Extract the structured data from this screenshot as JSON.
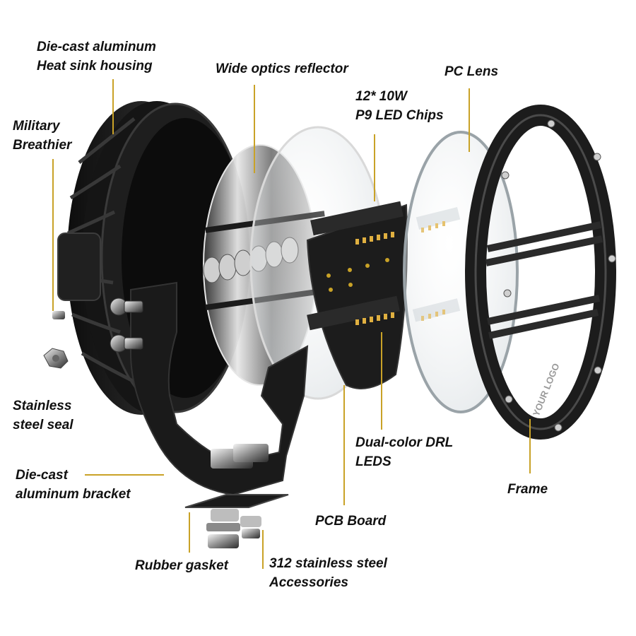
{
  "labels": {
    "heat_sink": {
      "line1": "Die-cast aluminum",
      "line2": "Heat sink housing"
    },
    "reflector": {
      "line1": "Wide optics reflector"
    },
    "pc_lens": {
      "line1": "PC Lens"
    },
    "led_chips": {
      "line1": "12* 10W",
      "line2": "P9 LED Chips"
    },
    "breather": {
      "line1": "Military",
      "line2": "Breathier"
    },
    "steel_seal": {
      "line1": "Stainless",
      "line2": "steel seal"
    },
    "bracket": {
      "line1": "Die-cast",
      "line2": "aluminum bracket"
    },
    "drl_leds": {
      "line1": "Dual-color DRL",
      "line2": "LEDS"
    },
    "frame": {
      "line1": "Frame"
    },
    "pcb_board": {
      "line1": "PCB Board"
    },
    "rubber_gasket": {
      "line1": "Rubber gasket"
    },
    "accessories": {
      "line1": "312 stainless steel",
      "line2": "Accessories"
    }
  },
  "frame_logo": "YOUR LOGO",
  "colors": {
    "leader_line": "#c9a227",
    "housing": "#1b1b1b",
    "metal": "#9a9a9a",
    "led": "#e0b040",
    "text": "#111111"
  }
}
